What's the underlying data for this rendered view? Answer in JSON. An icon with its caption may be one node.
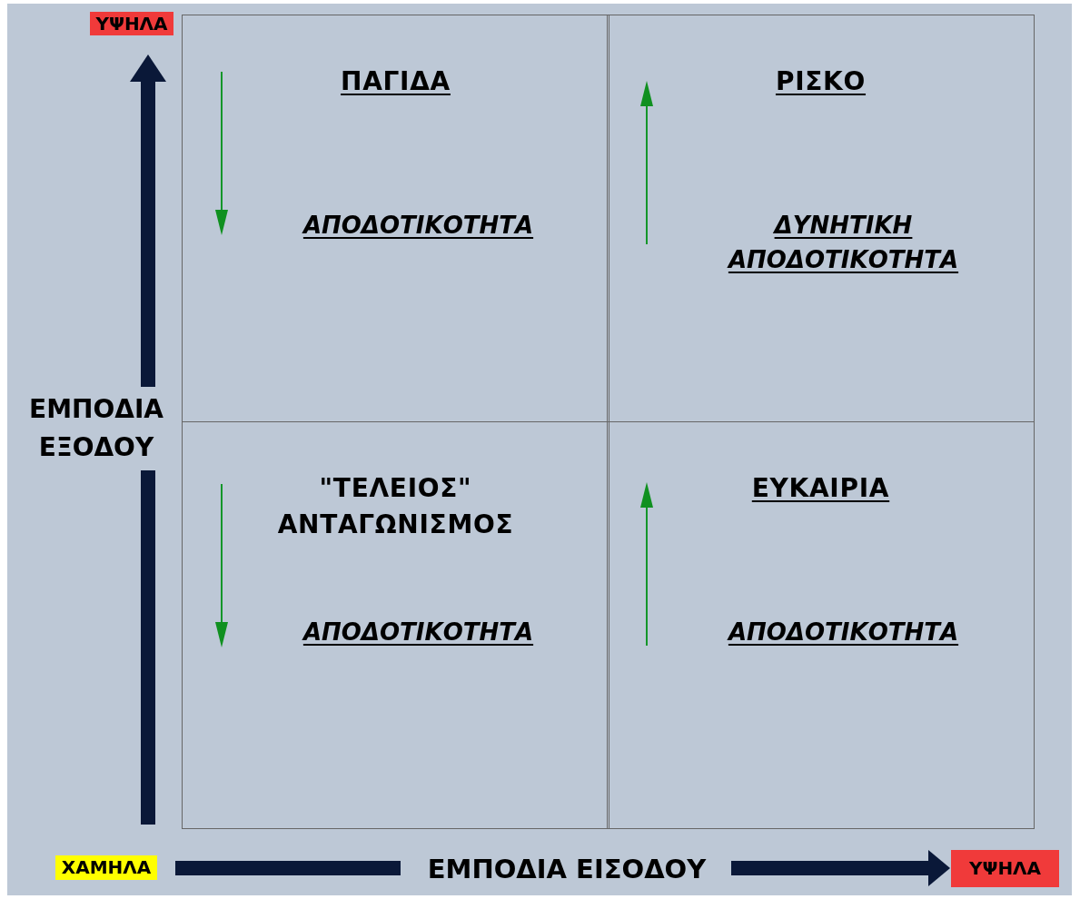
{
  "diagram": {
    "nodes": [
      {
        "text": [
          "ΠΑΓΙΔΑ",
          "ΑΠΟΔΟΤΙΚΟΤΗΤΑ"
        ]
      },
      {
        "text": [
          "ΡΙΣΚΟ",
          "ΔΥΝΗΤΙΚΗ ΑΠΟΔΟΤΙΚΟΤΗΤΑ"
        ]
      },
      {
        "text": [
          "\"ΤΕΛΕΙΟΣ\" ΑΝΤΑΓΩΝΙΣΜΟΣ",
          "ΑΠΟΔΟΤΙΚΟΤΗΤΑ"
        ]
      },
      {
        "text": [
          "ΕΥΚΑΙΡΙΑ",
          "ΑΠΟΔΟΤΙΚΟΤΗΤΑ"
        ]
      }
    ],
    "labels": [
      "ΥΨΗΛΑ",
      "ΕΜΠΟΔΙΑ ΕΞΟΔΟΥ",
      "ΧΑΜΗΛΑ",
      "ΕΜΠΟΔΙΑ ΕΙΣΟΔΟΥ",
      "ΥΨΗΛΑ"
    ]
  }
}
